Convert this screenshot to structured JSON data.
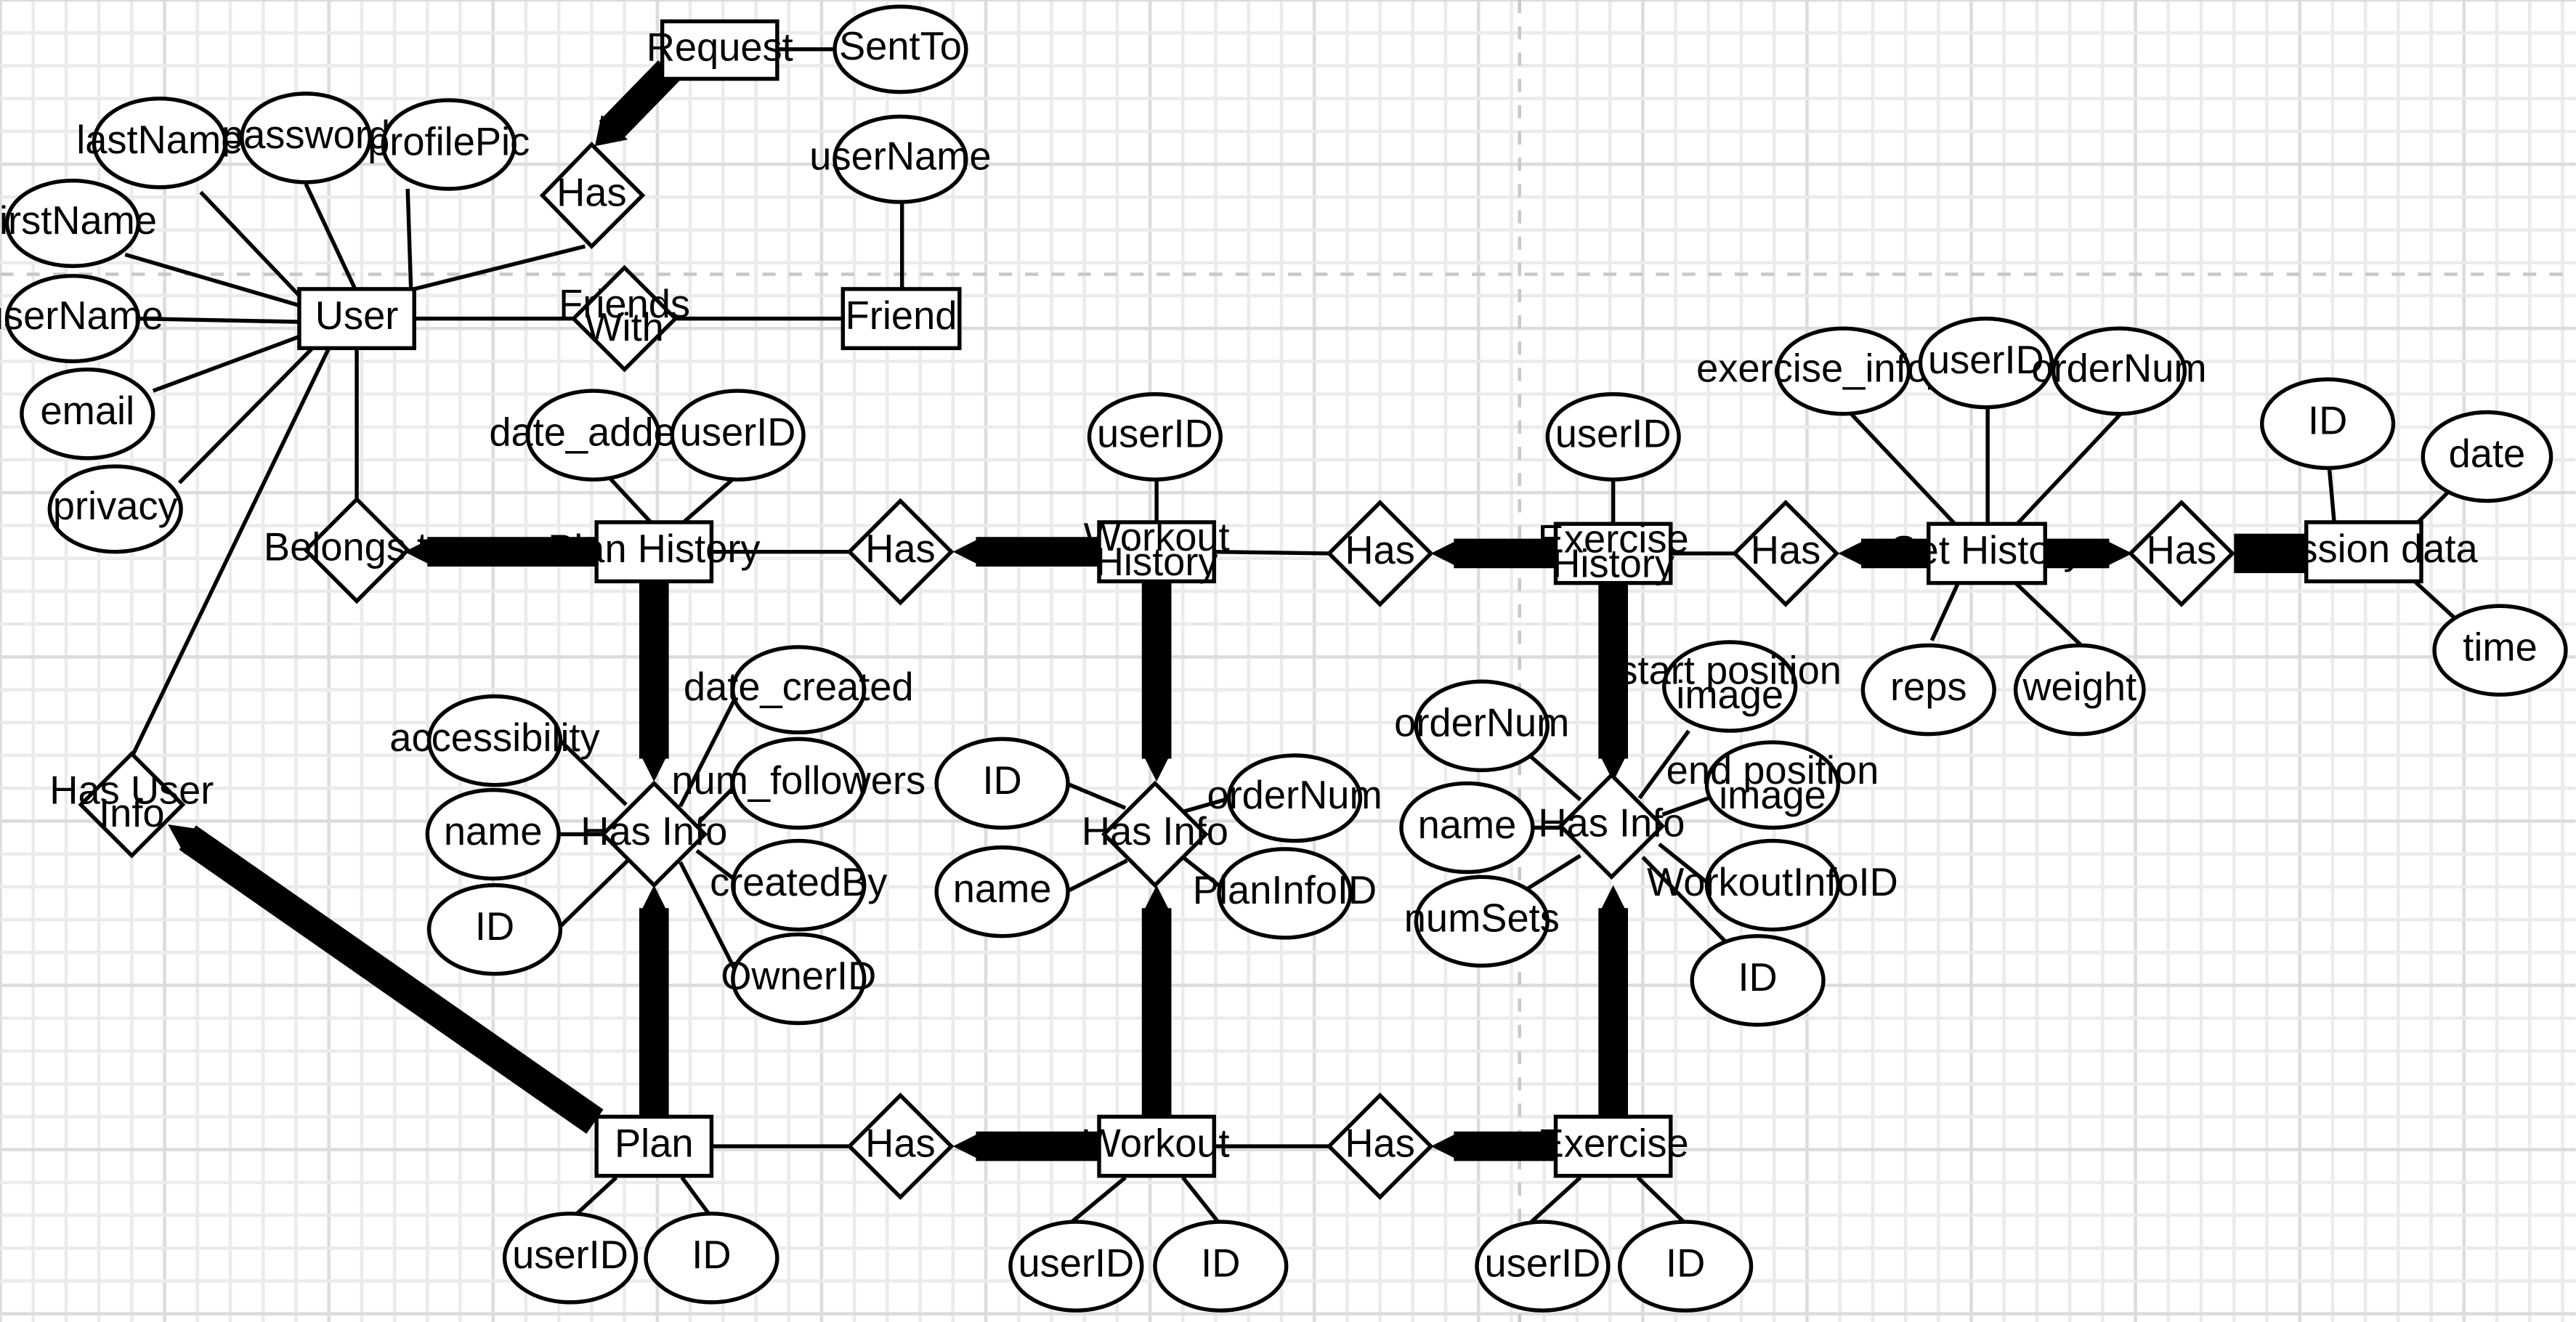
{
  "diagram": {
    "entities": {
      "user": "User",
      "request": "Request",
      "friend": "Friend",
      "plan_history": "Plan History",
      "workout_history": [
        "Workout",
        "History"
      ],
      "exercise_history": [
        "Exercise",
        "History"
      ],
      "set_history": "Set History",
      "session_data": "Session data",
      "plan": "Plan",
      "workout": "Workout",
      "exercise": "Exercise"
    },
    "relationships": {
      "request_has": "Has",
      "friends_with": [
        "Friends",
        "With"
      ],
      "belongs_to": "Belongs to",
      "has_user_info": [
        "Has User",
        "Info"
      ],
      "workout_history_has": "Has",
      "exercise_history_has": "Has",
      "set_history_has": "Has",
      "session_has": "Has",
      "plan_has_info": "Has Info",
      "workout_has_info": "Has Info",
      "exercise_has_info": "Has Info",
      "plan_has": "Has",
      "workout_has": "Has"
    },
    "attributes": {
      "request_sent_to": "SentTo",
      "friend_username": "userName",
      "user_lastname": "lastName",
      "user_password": "password",
      "user_profilepic": "profilePic",
      "user_firstname": "firstName",
      "user_username": "userName",
      "user_email": "email",
      "user_privacy": "privacy",
      "ph_date_added": "date_added",
      "ph_userid": "userID",
      "wh_userid": "userID",
      "eh_userid": "userID",
      "sh_exercise_info_id": "exercise_info_ID",
      "sh_userid": "userID",
      "sh_ordernum": "orderNum",
      "sh_reps": "reps",
      "sh_weight": "weight",
      "sd_id": "ID",
      "sd_date": "date",
      "sd_time": "time",
      "pi_accessibility": "accessibility",
      "pi_name": "name",
      "pi_id": "ID",
      "pi_date_created": "date_created",
      "pi_num_followers": "num_followers",
      "pi_created_by": "createdBy",
      "pi_owner_id": "OwnerID",
      "wi_id": "ID",
      "wi_name": "name",
      "wi_ordernum": "orderNum",
      "wi_planinfoid": "PlanInfoID",
      "ei_ordernum": "orderNum",
      "ei_name": "name",
      "ei_numsets": "numSets",
      "ei_start_image": [
        "start position",
        "image"
      ],
      "ei_end_image": [
        "end position",
        "image"
      ],
      "ei_workoutinfoid": "WorkoutInfoID",
      "ei_id": "ID",
      "plan_userid": "userID",
      "plan_id": "ID",
      "workout_userid": "userID",
      "workout_id": "ID",
      "exercise_userid": "userID",
      "exercise_id": "ID"
    }
  }
}
